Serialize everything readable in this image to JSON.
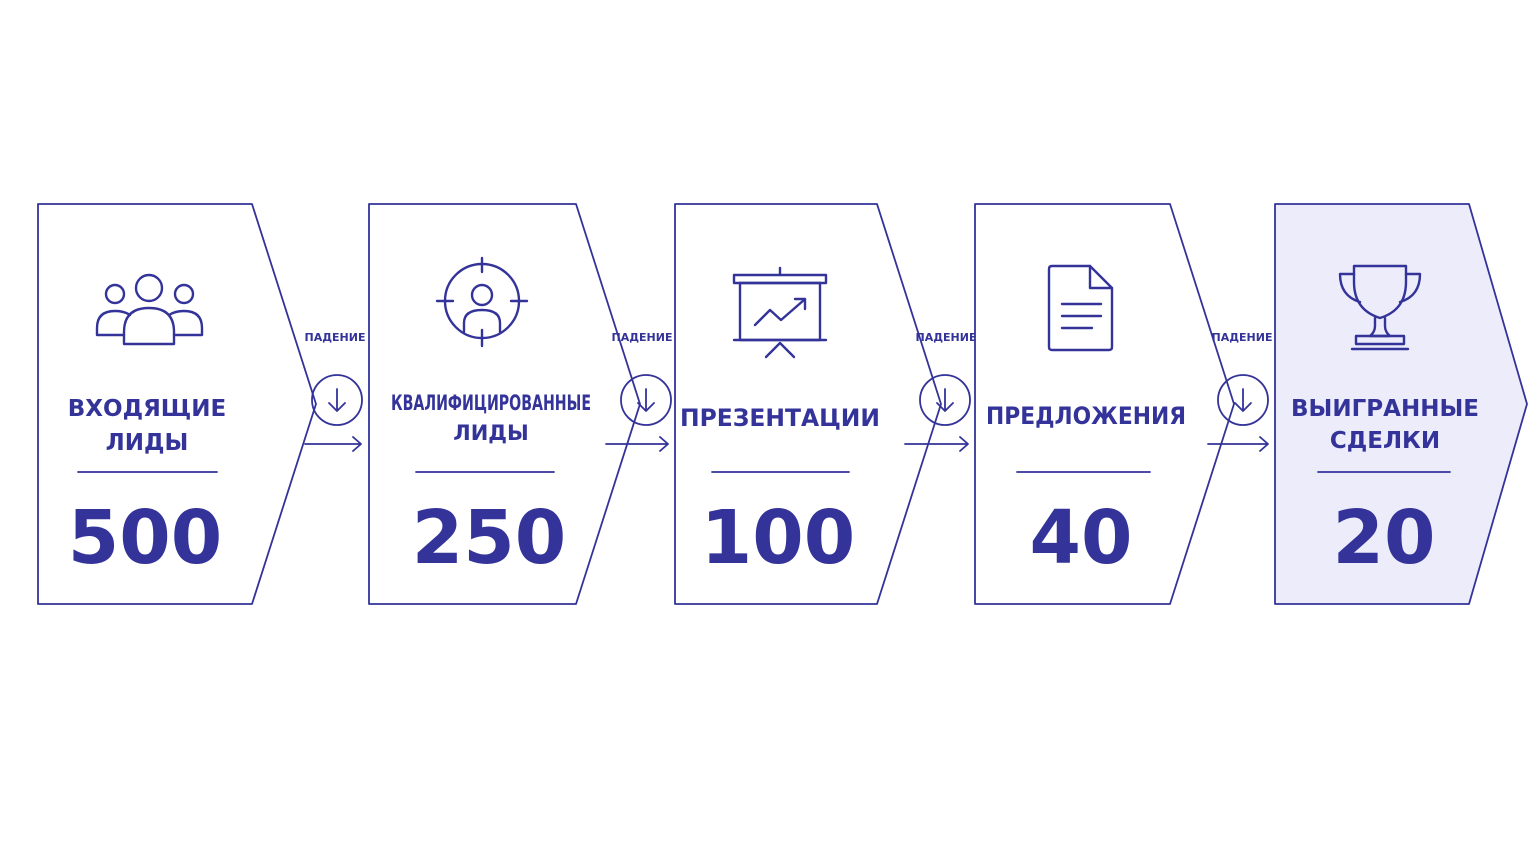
{
  "colors": {
    "stroke": "#33339a",
    "text": "#33339a",
    "background": "#ffffff",
    "final_fill": "#ececfb"
  },
  "stages": [
    {
      "title_lines": [
        "ВХОДЯЩИЕ",
        "ЛИДЫ"
      ],
      "value": "500",
      "icon": "people-group-icon"
    },
    {
      "title_lines": [
        "КВАЛИФИЦИРОВАННЫЕ",
        "ЛИДЫ"
      ],
      "value": "250",
      "icon": "target-person-icon"
    },
    {
      "title_lines": [
        "ПРЕЗЕНТАЦИИ"
      ],
      "value": "100",
      "icon": "presentation-chart-icon"
    },
    {
      "title_lines": [
        "ПРЕДЛОЖЕНИЯ"
      ],
      "value": "40",
      "icon": "document-icon"
    },
    {
      "title_lines": [
        "ВЫИГРАННЫЕ",
        "СДЕЛКИ"
      ],
      "value": "20",
      "icon": "trophy-icon"
    }
  ],
  "drops": [
    {
      "label": "ПАДЕНИЕ",
      "icon": "arrow-down-circle-icon"
    },
    {
      "label": "ПАДЕНИЕ",
      "icon": "arrow-down-circle-icon"
    },
    {
      "label": "ПАДЕНИЕ",
      "icon": "arrow-down-circle-icon"
    },
    {
      "label": "ПАДЕНИЕ",
      "icon": "arrow-down-circle-icon"
    }
  ]
}
